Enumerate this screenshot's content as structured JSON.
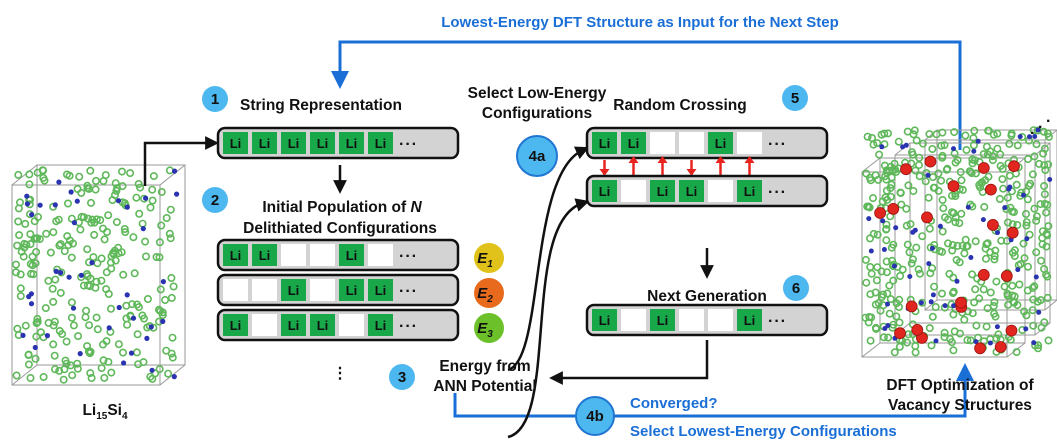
{
  "colors": {
    "arrow_blue": "#1a6fd6",
    "badge_blue": "#4db8f0",
    "badge_ring": "#2176d2",
    "cell_green": "#18a84a",
    "bar_grey": "#d3d3d3",
    "energy1": "#e0c21a",
    "energy2": "#e86a1c",
    "energy3": "#6cc12a",
    "swap_red": "#e8231d",
    "li_atom": "#5fb85a",
    "si_atom": "#2a33b0",
    "vacancy_atom": "#e0261e"
  },
  "cell_label": "Li",
  "ellipsis": "···",
  "header": {
    "feedback_label": "Lowest-Energy DFT Structure as Input for the Next Step"
  },
  "left_structure": {
    "label_base": "Li",
    "sub1": "15",
    "mid": "Si",
    "sub2": "4"
  },
  "right_structure": {
    "label_line1": "DFT Optimization of",
    "label_line2": "Vacancy Structures",
    "more": "·"
  },
  "steps": {
    "s1": {
      "number": "1",
      "title": "String Representation"
    },
    "s2": {
      "number": "2",
      "title_line1": "Initial Population of ",
      "title_n": "N",
      "title_line2": "Delithiated Configurations",
      "more": "⋮"
    },
    "s3": {
      "number": "3",
      "title_line1": "Energy from",
      "title_line2": "ANN Potential"
    },
    "s4a": {
      "number": "4a",
      "title_line1": "Select Low-Energy",
      "title_line2": "Configurations"
    },
    "s4b": {
      "number": "4b",
      "converged": "Converged?",
      "select": "Select Lowest-Energy Configurations"
    },
    "s5": {
      "number": "5",
      "title": "Random Crossing"
    },
    "s6": {
      "number": "6",
      "title": "Next Generation"
    }
  },
  "energies": [
    {
      "base": "E",
      "sub": "1"
    },
    {
      "base": "E",
      "sub": "2"
    },
    {
      "base": "E",
      "sub": "3"
    }
  ],
  "strings": {
    "representation": [
      true,
      true,
      true,
      true,
      true,
      true
    ],
    "population": [
      [
        true,
        true,
        false,
        false,
        true,
        false
      ],
      [
        false,
        false,
        true,
        false,
        true,
        true
      ],
      [
        true,
        false,
        true,
        true,
        false,
        true
      ]
    ],
    "parent_a": [
      true,
      true,
      false,
      false,
      true,
      false
    ],
    "parent_b": [
      true,
      false,
      true,
      true,
      false,
      true
    ],
    "next_generation": [
      true,
      false,
      true,
      false,
      false,
      true
    ]
  },
  "swap_arrows": [
    "down",
    "up",
    "up",
    "down",
    "up",
    "up"
  ]
}
